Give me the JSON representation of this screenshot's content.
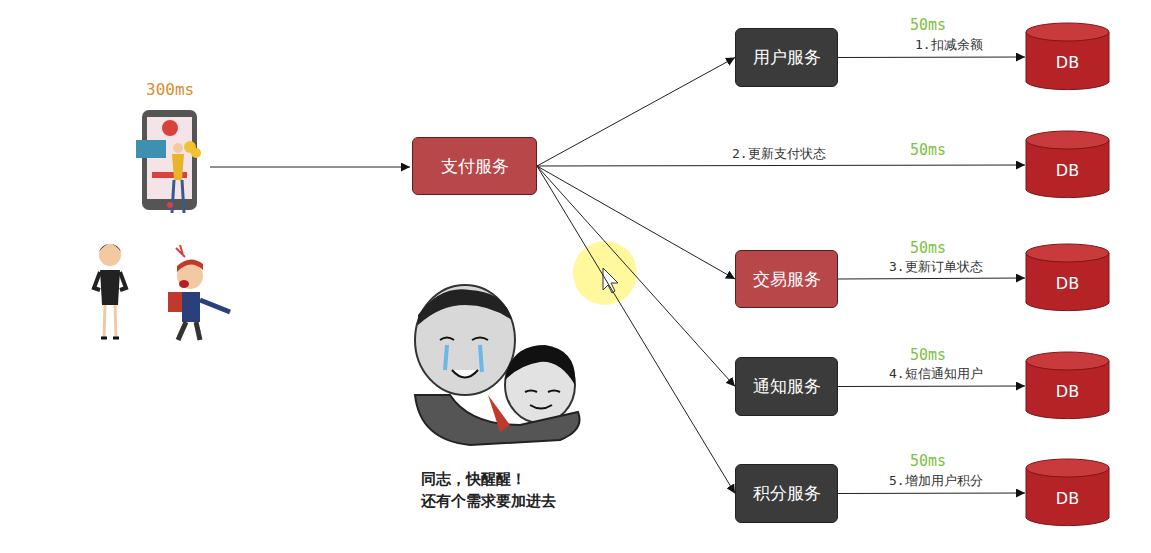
{
  "diagram": {
    "nodes": [
      {
        "text": [
          "支付服务"
        ]
      },
      {
        "text": [
          "用户服务"
        ]
      },
      {
        "text": [
          "DB"
        ]
      },
      {
        "text": [
          "DB"
        ]
      },
      {
        "text": [
          "交易服务"
        ]
      },
      {
        "text": [
          "DB"
        ]
      },
      {
        "text": [
          "通知服务"
        ]
      },
      {
        "text": [
          "DB"
        ]
      },
      {
        "text": [
          "积分服务"
        ]
      },
      {
        "text": [
          "DB"
        ]
      }
    ],
    "edges": [
      {
        "from": 0,
        "to": 1,
        "arrow": "to"
      },
      {
        "from": 1,
        "to": 2,
        "arrow": "to",
        "label": "1.扣减余额"
      },
      {
        "from": 0,
        "to": 3,
        "arrow": "to",
        "label": "2.更新支付状态"
      },
      {
        "from": 0,
        "to": 4,
        "arrow": "to"
      },
      {
        "from": 4,
        "to": 5,
        "arrow": "to",
        "label": "3.更新订单状态"
      },
      {
        "from": 0,
        "to": 6,
        "arrow": "to"
      },
      {
        "from": 6,
        "to": 7,
        "arrow": "to",
        "label": "4.短信通知用户"
      },
      {
        "from": 0,
        "to": 8,
        "arrow": "to"
      },
      {
        "from": 8,
        "to": 9,
        "arrow": "to",
        "label": "5.增加用户积分"
      }
    ],
    "labels": [
      "300ms",
      "50ms",
      "50ms",
      "50ms",
      "50ms",
      "50ms",
      "同志，快醒醒！",
      "还有个需求要加进去"
    ]
  }
}
